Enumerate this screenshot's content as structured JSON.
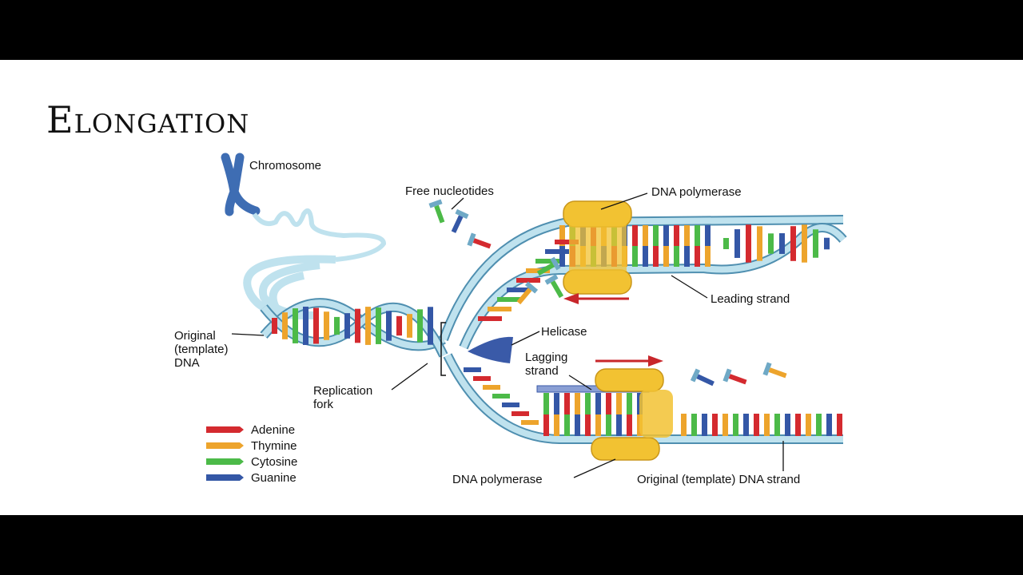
{
  "slide": {
    "title": "Elongation"
  },
  "labels": {
    "chromosome": "Chromosome",
    "free_nucleotides": "Free nucleotides",
    "dna_polymerase_top": "DNA polymerase",
    "leading_strand": "Leading strand",
    "helicase": "Helicase",
    "lagging_strand_1": "Lagging",
    "lagging_strand_2": "strand",
    "original_dna_1": "Original",
    "original_dna_2": "(template)",
    "original_dna_3": "DNA",
    "replication_fork_1": "Replication",
    "replication_fork_2": "fork",
    "dna_polymerase_bottom": "DNA polymerase",
    "original_template_strand": "Original (template) DNA strand"
  },
  "legend": [
    {
      "label": "Adenine",
      "color": "#d42a2f"
    },
    {
      "label": "Thymine",
      "color": "#eda42c"
    },
    {
      "label": "Cytosine",
      "color": "#4cba48"
    },
    {
      "label": "Guanine",
      "color": "#3457a6"
    }
  ],
  "colors": {
    "backbone": "#bfe2ee",
    "backbone_stroke": "#4f8fb0",
    "enzyme": "#f2c232",
    "helicase": "#3a5aa8",
    "arrow": "#c8262b",
    "chromosome": "#3e6db3"
  }
}
